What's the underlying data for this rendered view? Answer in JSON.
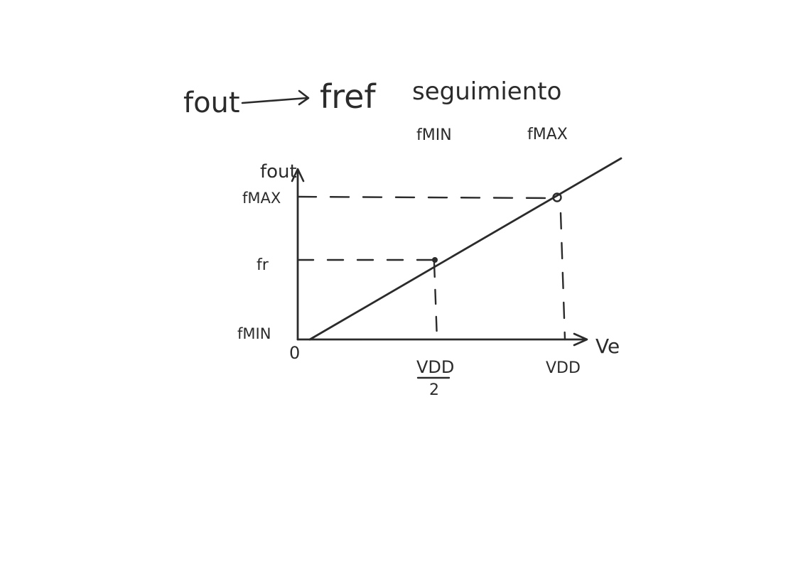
{
  "header": {
    "f_out": "fout",
    "f_ref": "fref",
    "seguimiento": "seguimiento",
    "f_min": "fMIN",
    "f_max": "fMAX"
  },
  "graph": {
    "y_axis_label": "fout",
    "x_axis_label": "Ve",
    "y_tick_fmax": "fMAX",
    "y_tick_fr": "fr",
    "y_tick_fmin": "fMIN",
    "origin_label": "0",
    "x_tick_half_num": "VDD",
    "x_tick_half_den": "2",
    "x_tick_vdd": "VDD"
  },
  "colors": {
    "ink": "#2b2b2b",
    "background": "#ffffff"
  }
}
